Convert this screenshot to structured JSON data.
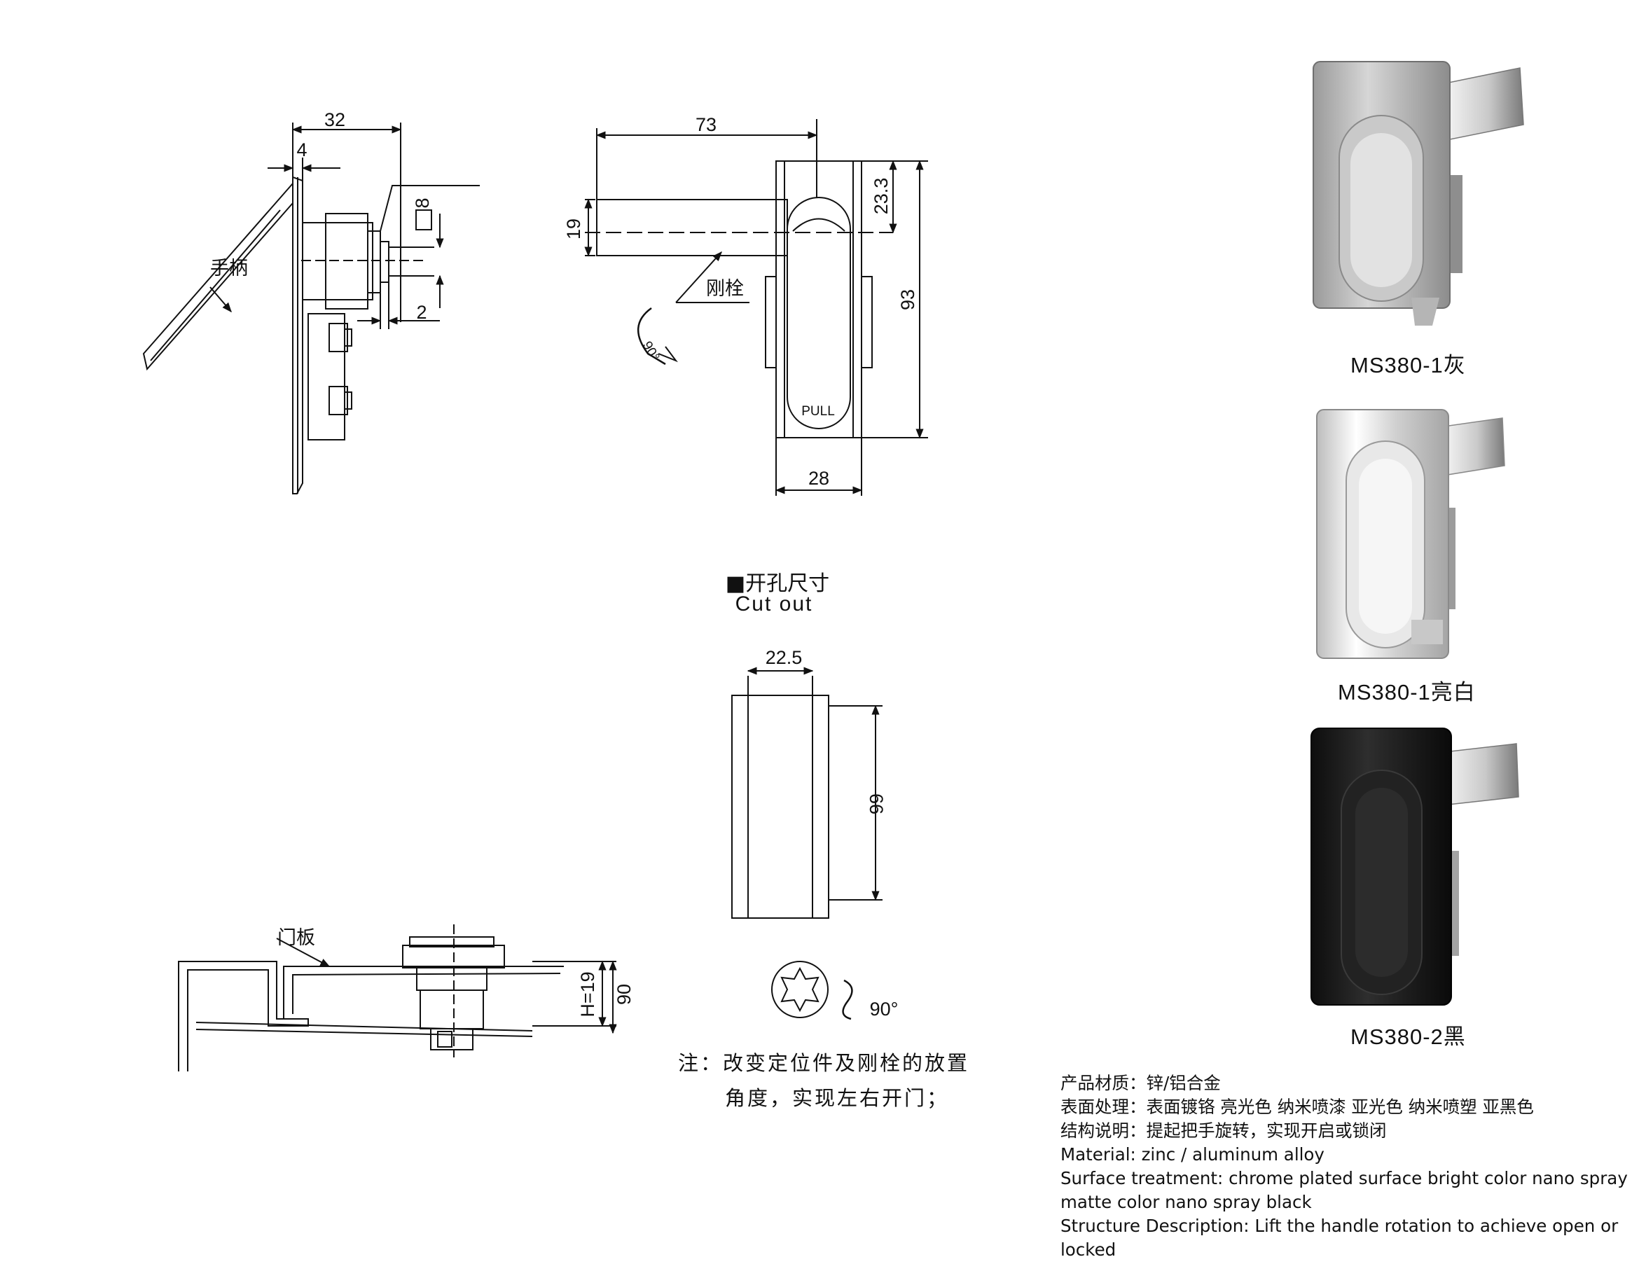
{
  "side_view": {
    "dims": [
      "32",
      "4",
      "8",
      "2"
    ],
    "handle_label": "手柄"
  },
  "front_view": {
    "dims": [
      "73",
      "19",
      "23.3",
      "93",
      "28"
    ],
    "bolt_label": "刚栓",
    "pull_text": "PULL",
    "rotation_label": "90°"
  },
  "cutout": {
    "title_cn": "■开孔尺寸",
    "title_en": "Cut out",
    "dims": [
      "22.5",
      "66"
    ],
    "rotation_label": "90°"
  },
  "bottom_view": {
    "panel_label": "门板",
    "dims": [
      "H=19",
      "90"
    ]
  },
  "note": {
    "line1": "注：改变定位件及刚栓的放置",
    "line2": "角度，实现左右开门；"
  },
  "products": [
    {
      "caption": "MS380-1灰",
      "color": "#b7b7b7"
    },
    {
      "caption": "MS380-1亮白",
      "color": "#dcdcdc"
    },
    {
      "caption": "MS380-2黑",
      "color": "#1e1e1e"
    }
  ],
  "specs": [
    "产品材质：锌/铝合金",
    "表面处理：表面镀铬 亮光色 纳米喷漆 亚光色 纳米喷塑 亚黑色",
    "结构说明：提起把手旋转，实现开启或锁闭",
    "Material: zinc / aluminum alloy",
    "Surface treatment: chrome plated surface bright color nano spray matte color nano spray black",
    "Structure Description: Lift the handle rotation to achieve open or locked"
  ]
}
